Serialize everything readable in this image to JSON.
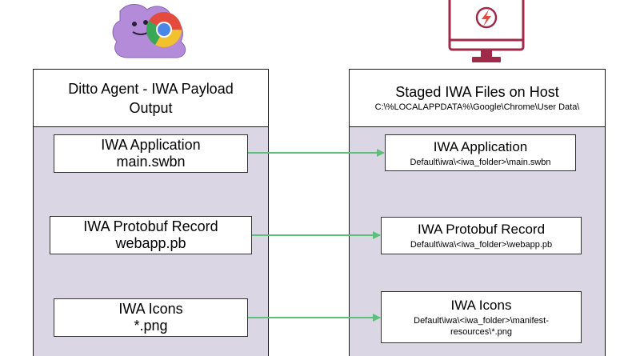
{
  "left_lane": {
    "title": "Ditto Agent - IWA Payload Output"
  },
  "right_lane": {
    "title": "Staged IWA Files on Host",
    "subtitle": "C:\\%LOCALAPPDATA%\\Google\\Chrome\\User Data\\"
  },
  "payload_items": [
    {
      "title": "IWA Application",
      "file": "main.swbn"
    },
    {
      "title": "IWA Protobuf Record",
      "file": "webapp.pb"
    },
    {
      "title": "IWA Icons",
      "file": "*.png"
    }
  ],
  "staged_items": [
    {
      "title": "IWA Application",
      "path": "Default\\iwa\\<iwa_folder>\\main.swbn"
    },
    {
      "title": "IWA Protobuf Record",
      "path": "Default\\iwa\\<iwa_folder>\\webapp.pb"
    },
    {
      "title": "IWA Icons",
      "path": "Default\\iwa\\<iwa_folder>\\manifest-resources\\*.png"
    }
  ],
  "colors": {
    "lane_fill": "#dad6e4",
    "arrow": "#5cbf7a",
    "monitor": "#a02a4a",
    "ditto": "#b48bd8"
  },
  "icons": [
    "ditto-chrome-logo-icon",
    "monitor-lightning-icon"
  ]
}
